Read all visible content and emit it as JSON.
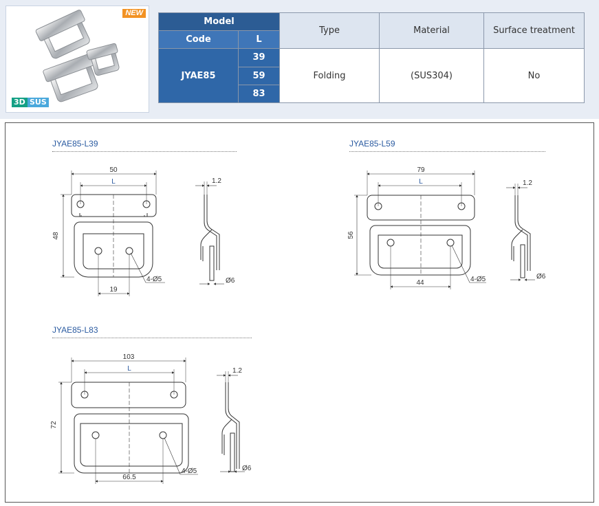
{
  "product": {
    "new_badge": "NEW",
    "tags": [
      "3D",
      "SUS"
    ]
  },
  "spec_table": {
    "headers": {
      "model": "Model",
      "code": "Code",
      "l": "L",
      "type": "Type",
      "material": "Material",
      "surface": "Surface treatment"
    },
    "code": "JYAE85",
    "l_values": [
      "39",
      "59",
      "83"
    ],
    "type": "Folding",
    "material": "(SUS304)",
    "surface": "No"
  },
  "drawings": [
    {
      "title": "JYAE85-L39",
      "width": "50",
      "l": "L",
      "height": "48",
      "pitch": "19",
      "holes": "4-Ø5",
      "thickness": "1.2",
      "diameter": "Ø6"
    },
    {
      "title": "JYAE85-L59",
      "width": "79",
      "l": "L",
      "height": "56",
      "pitch": "44",
      "holes": "4-Ø5",
      "thickness": "1.2",
      "diameter": "Ø6"
    },
    {
      "title": "JYAE85-L83",
      "width": "103",
      "l": "L",
      "height": "72",
      "pitch": "66.5",
      "holes": "4-Ø5",
      "thickness": "1.2",
      "diameter": "Ø6"
    }
  ],
  "colors": {
    "header_dark": "#2c5c94",
    "header_mid": "#3f76b8",
    "accent_title": "#2a5aa0",
    "new_badge": "#f29223",
    "tag_3d": "#14a085",
    "tag_sus": "#4aa8dc"
  }
}
